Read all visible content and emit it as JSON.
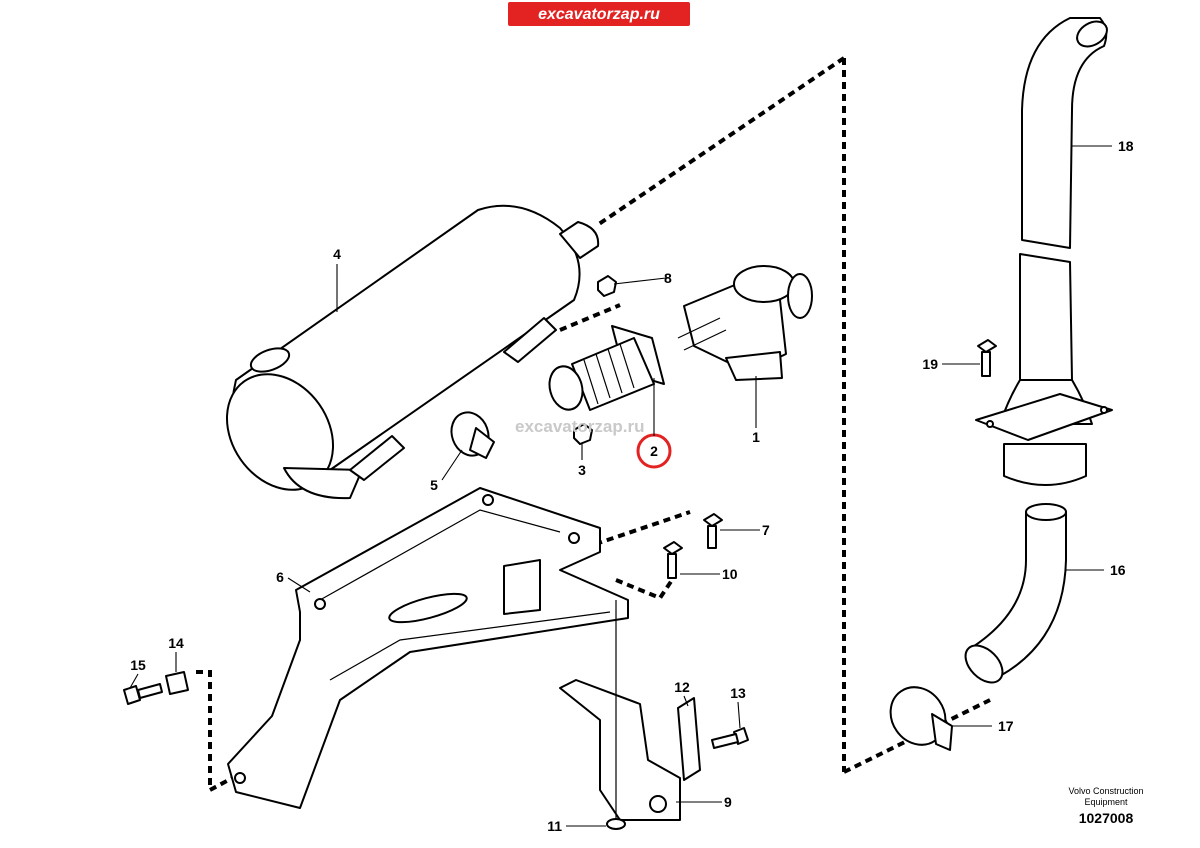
{
  "banner": {
    "text": "excavatorzap.ru",
    "color": "#e32222"
  },
  "watermark": "excavatorzap.ru",
  "highlight_color": "#e32222",
  "highlighted_part": "2",
  "callouts": [
    "1",
    "2",
    "3",
    "4",
    "5",
    "6",
    "7",
    "8",
    "9",
    "10",
    "11",
    "12",
    "13",
    "14",
    "15",
    "16",
    "17",
    "18",
    "19"
  ],
  "credit": {
    "line1": "Volvo Construction",
    "line2": "Equipment"
  },
  "drawing_number": "1027008"
}
